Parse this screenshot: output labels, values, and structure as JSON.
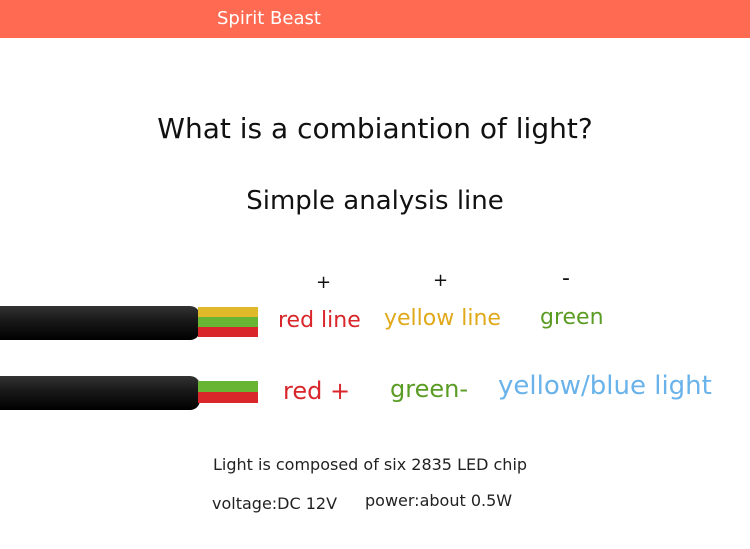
{
  "header": {
    "brand": "Spirit Beast"
  },
  "title": "What is a combiantion of light?",
  "subtitle": "Simple analysis line",
  "signs": {
    "plus_1": "+",
    "plus_2": "+",
    "minus": "-"
  },
  "colors": {
    "header_bg": "#ff6b52",
    "red": "#d8262a",
    "yellow": "#e0a91a",
    "green": "#5b9c25",
    "light_blue": "#6ab3ea"
  },
  "cable_1": {
    "wires": [
      "yellow",
      "green",
      "red"
    ],
    "labels": [
      "red line",
      "yellow line",
      "green"
    ]
  },
  "cable_2": {
    "wires": [
      "green",
      "red"
    ],
    "labels": [
      "red +",
      "green-",
      "yellow/blue light"
    ]
  },
  "specs": {
    "chip": "Light is composed of six 2835 LED chip",
    "voltage": "voltage:DC 12V",
    "power": "power:about 0.5W"
  }
}
